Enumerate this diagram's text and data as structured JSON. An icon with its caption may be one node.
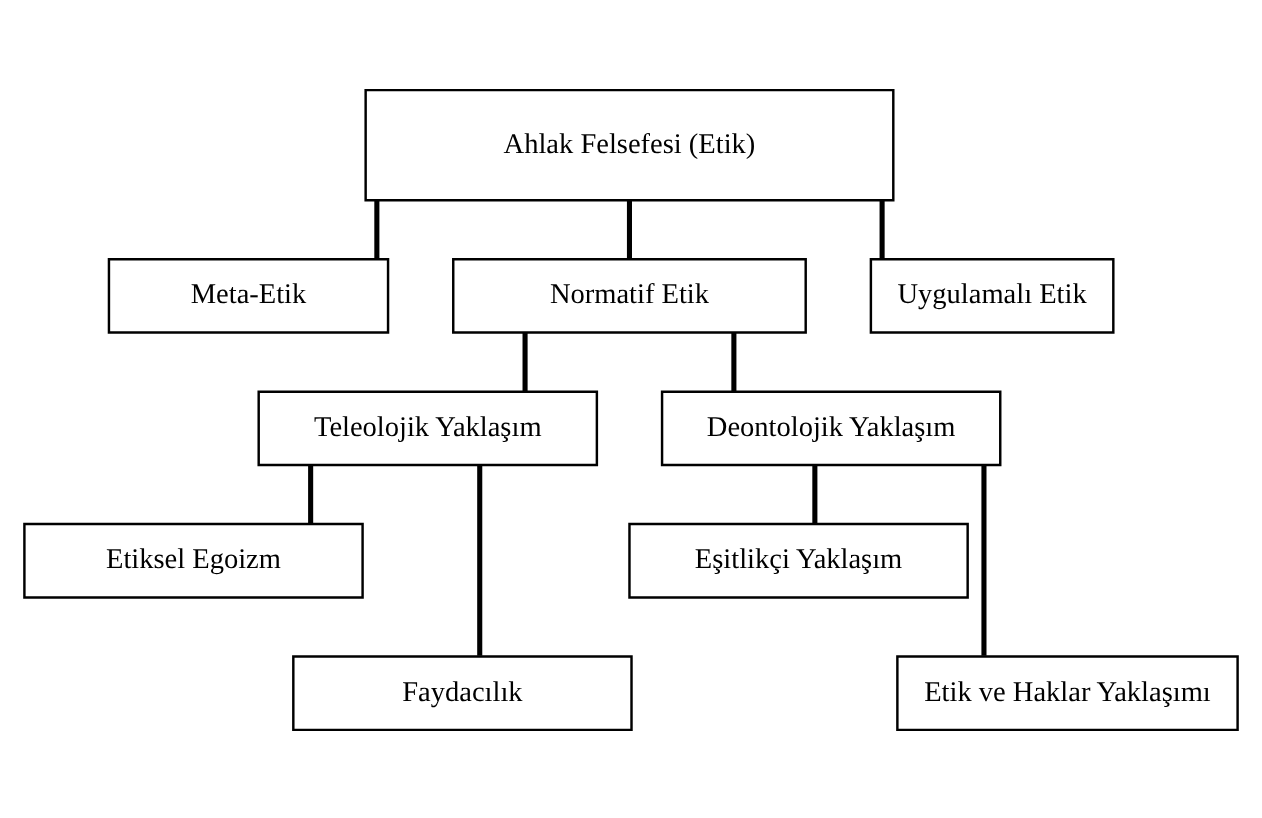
{
  "diagram": {
    "nodes": [
      {
        "text": [
          "Ahlak Felsefesi (Etik)"
        ]
      },
      {
        "text": [
          "Meta-Etik"
        ]
      },
      {
        "text": [
          "Normatif Etik"
        ]
      },
      {
        "text": [
          "Uygulamalı Etik"
        ]
      },
      {
        "text": [
          "Teleolojik Yaklaşım"
        ]
      },
      {
        "text": [
          "Etiksel Egoizm"
        ]
      },
      {
        "text": [
          "Faydacılık"
        ]
      },
      {
        "text": [
          "Deontolojik Yaklaşım"
        ]
      },
      {
        "text": [
          "Eşitlikçi Yaklaşım"
        ]
      },
      {
        "text": [
          "Etik ve Haklar Yaklaşımı"
        ]
      }
    ],
    "edges": [
      {
        "from": 0,
        "to": 1,
        "arrow": "none"
      },
      {
        "from": 0,
        "to": 2,
        "arrow": "none"
      },
      {
        "from": 0,
        "to": 3,
        "arrow": "none"
      },
      {
        "from": 2,
        "to": 4,
        "arrow": "none"
      },
      {
        "from": 2,
        "to": 7,
        "arrow": "none"
      },
      {
        "from": 4,
        "to": 5,
        "arrow": "none"
      },
      {
        "from": 4,
        "to": 6,
        "arrow": "none"
      },
      {
        "from": 7,
        "to": 8,
        "arrow": "none"
      },
      {
        "from": 7,
        "to": 9,
        "arrow": "none"
      }
    ]
  }
}
